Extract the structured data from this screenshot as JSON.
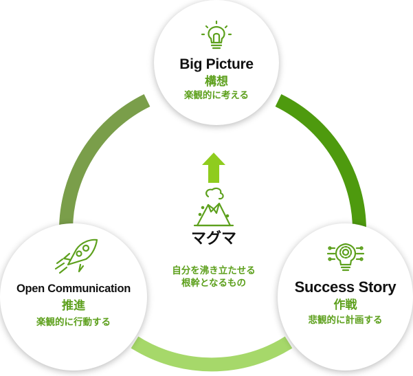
{
  "colors": {
    "accent_green": "#5da01d",
    "ring_top_right": "#4e9a0e",
    "ring_bottom": "#a6d86a",
    "ring_left": "#7a9e4a",
    "arrow": "#8fcc1e"
  },
  "top_node": {
    "icon": "lightbulb-icon",
    "title": "Big Picture",
    "kanji": "構想",
    "phrase": "楽観的に考える"
  },
  "left_node": {
    "icon": "rocket-icon",
    "title": "Open Communication",
    "kanji": "推進",
    "phrase": "楽観的に行動する"
  },
  "right_node": {
    "icon": "idea-gear-bulb-icon",
    "title": "Success Story",
    "kanji": "作戦",
    "phrase": "悲観的に計画する"
  },
  "center": {
    "icon": "volcano-icon",
    "arrow_icon": "up-arrow-icon",
    "title": "マグマ",
    "line1": "自分を沸き立たせる",
    "line2": "根幹となるもの"
  }
}
